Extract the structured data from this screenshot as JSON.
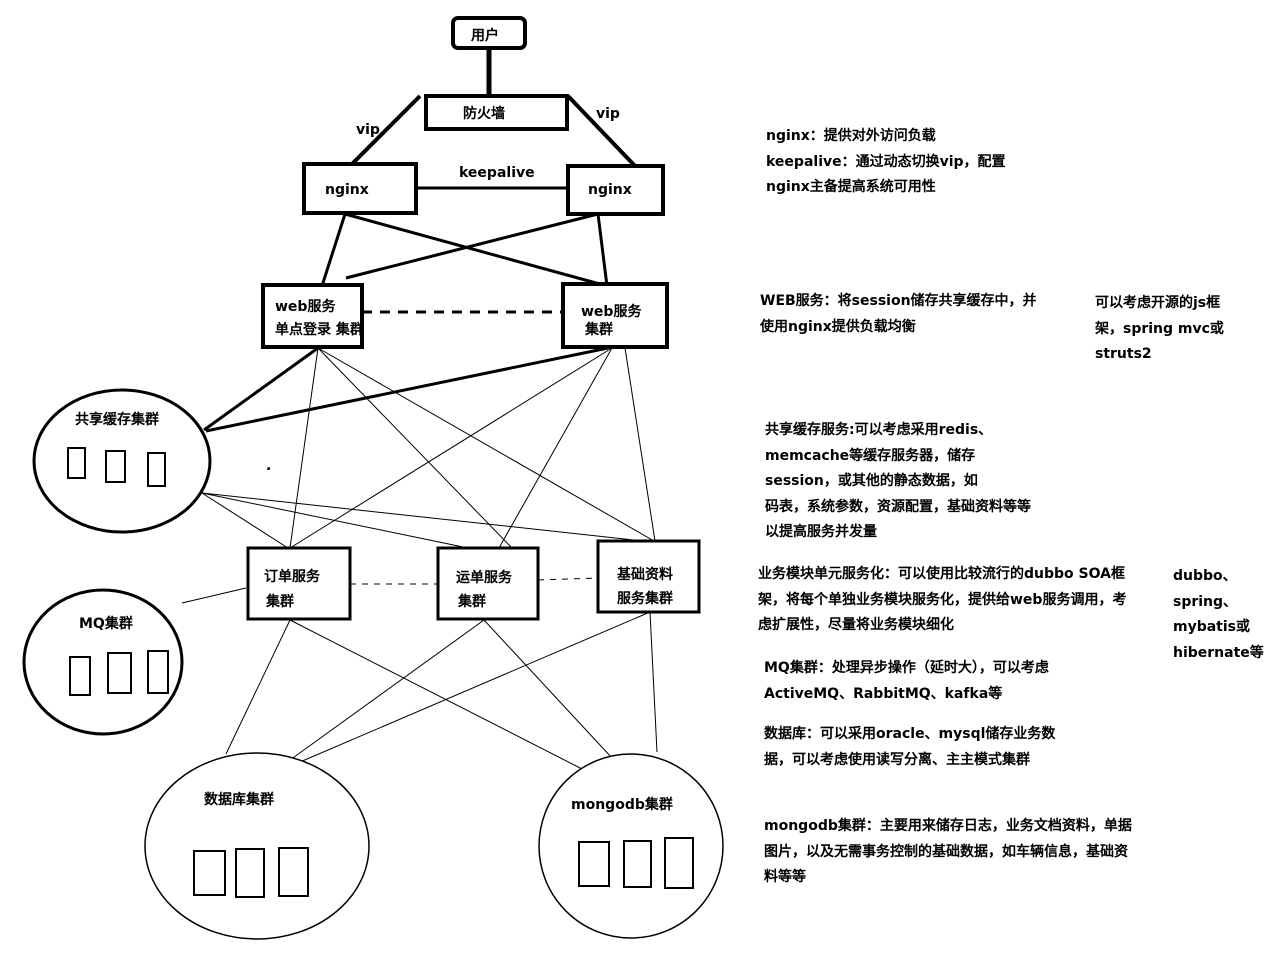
{
  "nodes": {
    "user": "用户",
    "firewall": "防火墙",
    "nginx_left": "nginx",
    "nginx_right": "nginx",
    "keepalive": "keepalive",
    "vip_left": "vip",
    "vip_right": "vip",
    "web_left_line1": "web服务",
    "web_left_line2": "单点登录 集群",
    "web_right_line1": "web服务",
    "web_right_line2": "集群",
    "cache_cluster": "共享缓存集群",
    "order_line1": "订单服务",
    "order_line2": "集群",
    "shipping_line1": "运单服务",
    "shipping_line2": "集群",
    "basic_line1": "基础资料",
    "basic_line2": "服务集群",
    "mq_cluster": "MQ集群",
    "db_cluster": "数据库集群",
    "mongodb_cluster": "mongodb集群",
    "stray_mark": "."
  },
  "notes": {
    "nginx": "nginx：提供对外访问负载\nkeepalive：通过动态切换vip，配置\nnginx主备提高系统可用性",
    "web": "WEB服务：将session储存共享缓存中，并\n使用nginx提供负载均衡",
    "web_side": "可以考虑开源的js框\n架，spring mvc或\nstruts2",
    "cache": "共享缓存服务:可以考虑采用redis、\nmemcache等缓存服务器，储存\n session，或其他的静态数据，如\n 码表，系统参数，资源配置，基础资料等等\n 以提高服务并发量",
    "business": "业务模块单元服务化：可以使用比较流行的dubbo SOA框\n架，将每个单独业务模块服务化，提供给web服务调用，考\n虑扩展性，尽量将业务模块细化",
    "business_side": "dubbo、\nspring、\nmybatis或\nhibernate等",
    "mq": "MQ集群：处理异步操作（延时大），可以考虑\nActiveMQ、RabbitMQ、kafka等",
    "database": "数据库：可以采用oracle、mysql储存业务数\n据，可以考虑使用读写分离、主主模式集群",
    "mongodb": "mongodb集群：主要用来储存日志，业务文档资料，单据\n图片，以及无需事务控制的基础数据，如车辆信息，基础资\n料等等"
  },
  "colors": {
    "stroke": "#000000",
    "background": "#ffffff"
  }
}
